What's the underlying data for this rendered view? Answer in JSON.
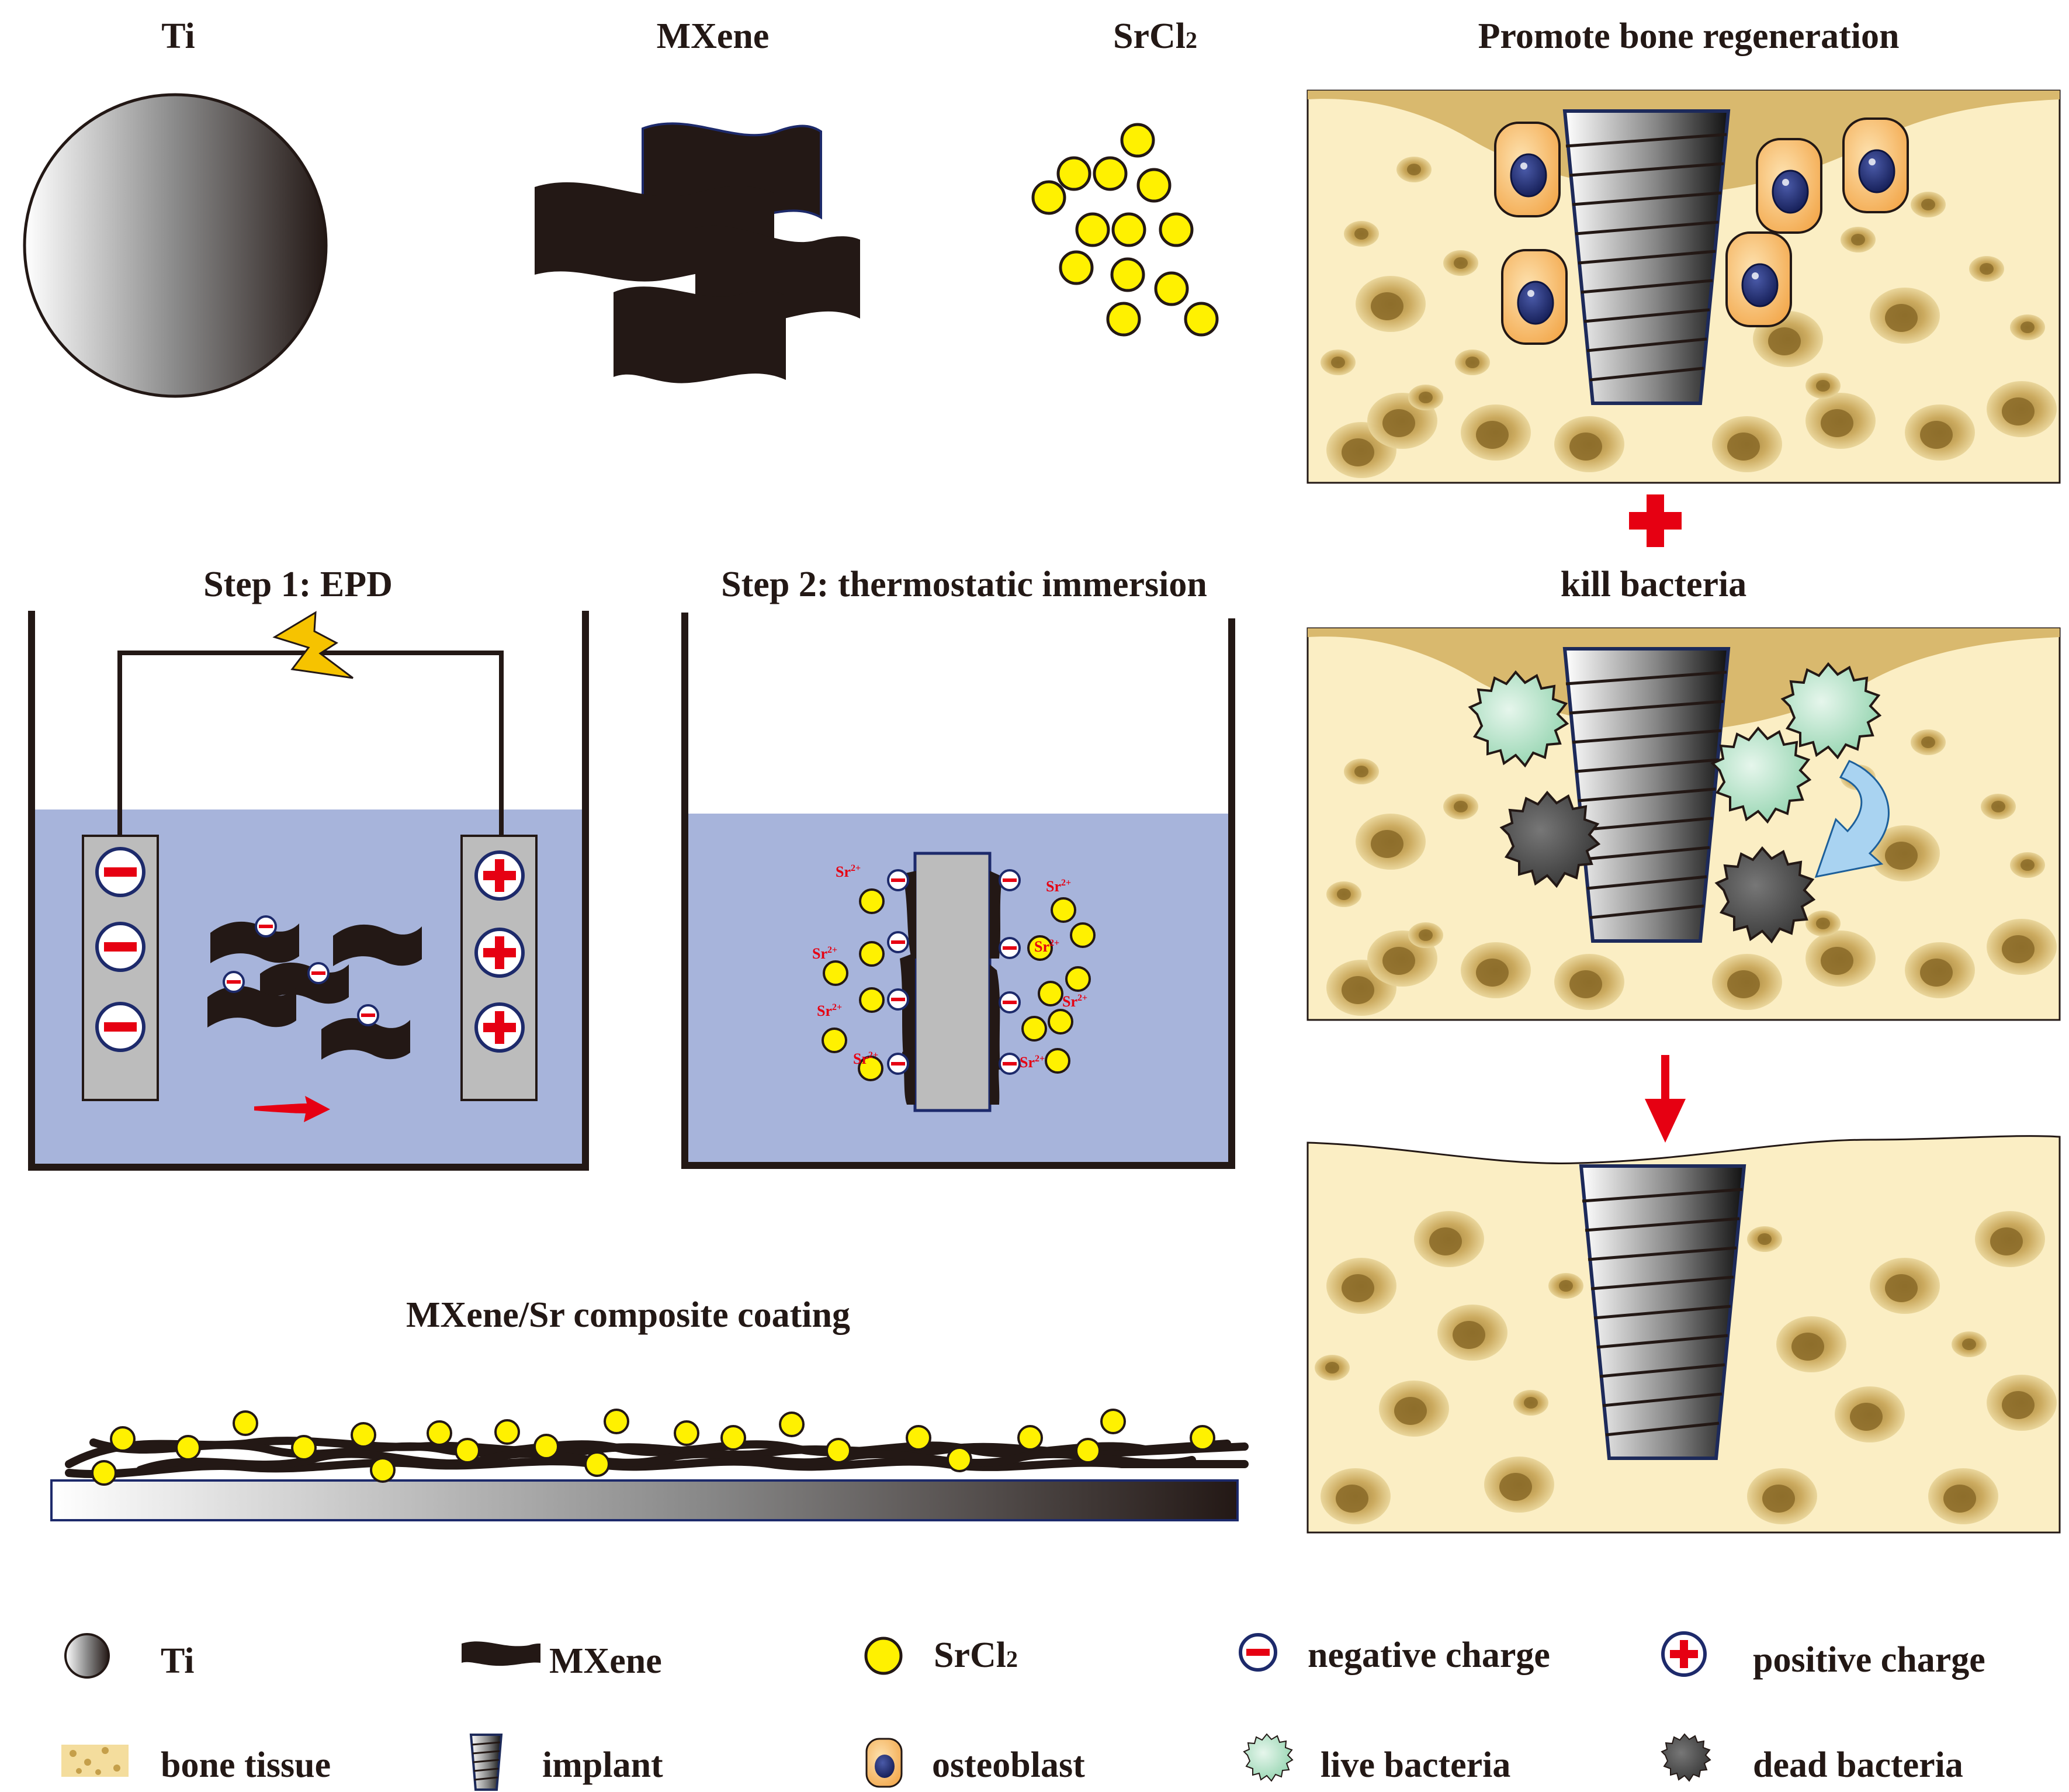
{
  "headings": {
    "ti": "Ti",
    "mxene": "MXene",
    "srcl2_base": "SrCl",
    "srcl2_sub": "2",
    "promote": "Promote bone regeneration",
    "step1": "Step 1: EPD",
    "step2": "Step 2: thermostatic immersion",
    "kill": "kill bacteria",
    "composite": "MXene/Sr composite coating"
  },
  "ion_label": {
    "base": "Sr",
    "sup": "2+"
  },
  "legend": {
    "ti": "Ti",
    "mxene": "MXene",
    "srcl2_base": "SrCl",
    "srcl2_sub": "2",
    "negative": "negative charge",
    "positive": "positive charge",
    "bone": "bone tissue",
    "implant": "implant",
    "osteoblast": "osteoblast",
    "live": "live bacteria",
    "dead": "dead bacteria"
  },
  "colors": {
    "ink": "#231815",
    "sphere_yellow": "#fff100",
    "red": "#e60012",
    "solution_blue": "#a7b4db",
    "bone_light": "#fbeec4",
    "bone_dark": "#d6b46a",
    "osteoblast": "#f6b968",
    "nucleus": "#1d2a6b",
    "live_bacteria": "#a8dcbf",
    "dead_bacteria": "#555555",
    "implant_outline": "#1d2a5a"
  }
}
